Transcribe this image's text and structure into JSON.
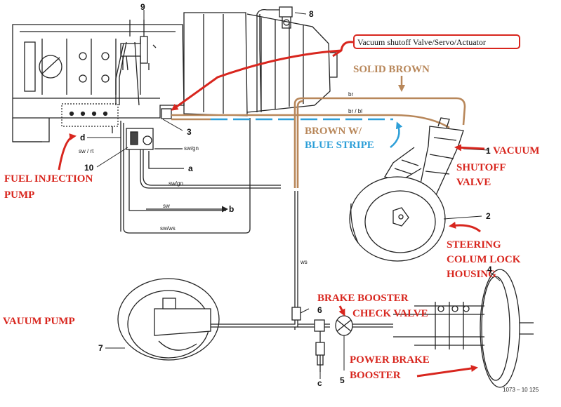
{
  "labels": {
    "callout": "Vacuum shutoff Valve/Servo/Actuator",
    "solid_brown": "SOLID BROWN",
    "brown_w": "BROWN W/",
    "blue_stripe": "BLUE STRIPE",
    "vacuum": "VACUUM",
    "shutoff": "SHUTOFF",
    "valve": "VALVE",
    "fuel_injection": "FUEL INJECTION",
    "pump": "PUMP",
    "steering": "STEERING",
    "colum_lock": "COLUM LOCK",
    "housing": "HOUSING",
    "brake_booster": "BRAKE BOOSTER",
    "check_valve": "CHECK VALVE",
    "vauum_pump": "VAUUM PUMP",
    "power_brake": "POWER BRAKE",
    "booster": "BOOSTER"
  },
  "numbers": {
    "n1": "1",
    "n2": "2",
    "n3": "3",
    "n4": "4",
    "n5": "5",
    "n6": "6",
    "n7": "7",
    "n8": "8",
    "n9": "9",
    "n10": "10"
  },
  "letters": {
    "a": "a",
    "b": "b",
    "c": "c",
    "d": "d"
  },
  "wires": {
    "br": "br",
    "brbl": "br / bl",
    "swrt": "sw / rt",
    "swgn1": "sw/gn",
    "swgn2": "sw/gn",
    "sw": "sw",
    "swws": "sw/ws",
    "ws": "ws"
  },
  "figure_code": "1073 – 10 125",
  "colors": {
    "annotation_red": "#d8261e",
    "brown_line": "#b8875a",
    "blue_line": "#2d9fd8",
    "line_art": "#222222"
  }
}
